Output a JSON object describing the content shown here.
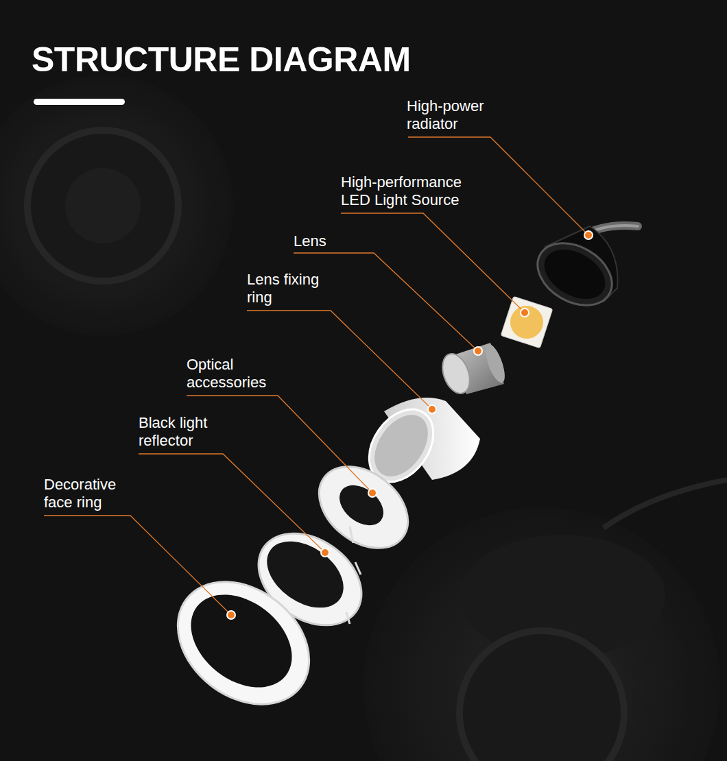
{
  "diagram": {
    "title": "STRUCTURE DIAGRAM",
    "labels": [
      "High-power radiator",
      "High-performance LED Light Source",
      "Lens",
      "Lens fixing ring",
      "Optical accessories",
      "Black light reflector",
      "Decorative face ring"
    ]
  }
}
